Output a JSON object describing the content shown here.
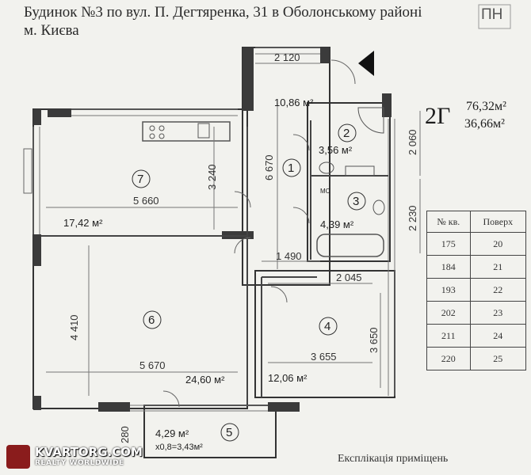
{
  "header": {
    "title_line1": "Будинок №3 по вул. П. Дегтяренка, 31 в Оболонському районі",
    "title_line2": "м. Києва",
    "orientation": "ПН"
  },
  "apartment": {
    "type": "2Г",
    "total_area": "76,32м²",
    "living_area": "36,66м²"
  },
  "rooms": [
    {
      "num": "1",
      "area": "10,86 м²"
    },
    {
      "num": "2",
      "area": "3,56 м²"
    },
    {
      "num": "3",
      "area": "4,39 м²",
      "tag": "МС"
    },
    {
      "num": "4",
      "area": "12,06 м²"
    },
    {
      "num": "5",
      "area": "4,29 м²",
      "note": "х0,8=3,43м²"
    },
    {
      "num": "6",
      "area": "24,60 м²"
    },
    {
      "num": "7",
      "area": "17,42 м²"
    }
  ],
  "dimensions": {
    "corridor_width": "2 120",
    "corridor_length": "6 670",
    "corridor_bottom": "1 490",
    "bath_height": "2 060",
    "wc_height": "2 230",
    "room7_width": "5 660",
    "room7_height": "3 240",
    "room6_height": "4 410",
    "room6_width": "5 670",
    "room4_top": "2 045",
    "room4_width": "3 655",
    "room4_height": "3 650",
    "balcony_depth": "280"
  },
  "floors_table": {
    "headers": [
      "№ кв.",
      "Поверх"
    ],
    "rows": [
      [
        "175",
        "20"
      ],
      [
        "184",
        "21"
      ],
      [
        "193",
        "22"
      ],
      [
        "202",
        "23"
      ],
      [
        "211",
        "24"
      ],
      [
        "220",
        "25"
      ]
    ]
  },
  "watermark": {
    "main": "KVARTORG.COM",
    "sub": "REALTY WORLDWIDE"
  },
  "legend": "Експлікація приміщень"
}
